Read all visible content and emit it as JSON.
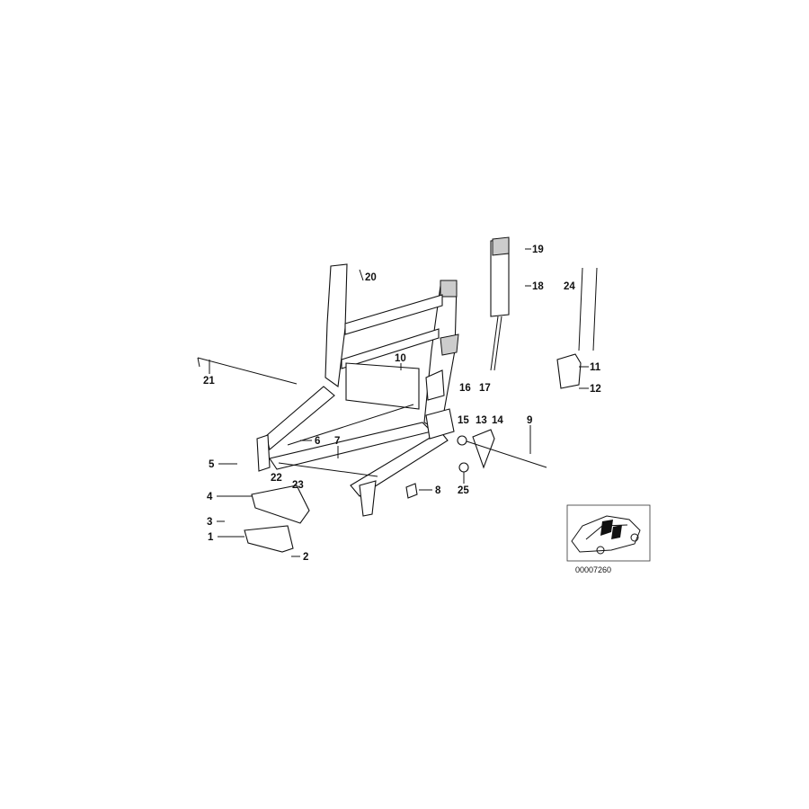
{
  "diagram": {
    "callouts": [
      "1",
      "2",
      "3",
      "4",
      "5",
      "6",
      "7",
      "8",
      "9",
      "10",
      "11",
      "12",
      "13",
      "14",
      "15",
      "16",
      "17",
      "18",
      "19",
      "20",
      "21",
      "22",
      "23",
      "24",
      "25"
    ],
    "inset": {
      "code": "00007260",
      "icon": "car-seat-location-icon"
    },
    "colors": {
      "line": "#111111",
      "background": "#ffffff"
    }
  }
}
